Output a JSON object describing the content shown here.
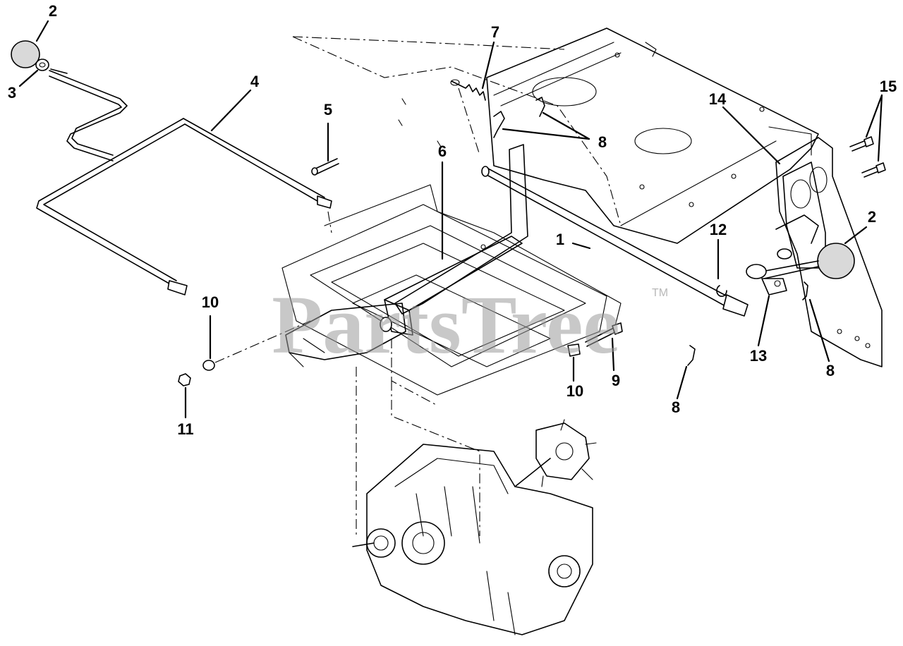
{
  "diagram": {
    "watermark": "PartsTree",
    "trademark": "TM",
    "callouts": [
      {
        "id": "label-2-top-left",
        "text": "2"
      },
      {
        "id": "label-3",
        "text": "3"
      },
      {
        "id": "label-4",
        "text": "4"
      },
      {
        "id": "label-5",
        "text": "5"
      },
      {
        "id": "label-6",
        "text": "6"
      },
      {
        "id": "label-7",
        "text": "7"
      },
      {
        "id": "label-8-top",
        "text": "8"
      },
      {
        "id": "label-14",
        "text": "14"
      },
      {
        "id": "label-15",
        "text": "15"
      },
      {
        "id": "label-2-right",
        "text": "2"
      },
      {
        "id": "label-1",
        "text": "1"
      },
      {
        "id": "label-12",
        "text": "12"
      },
      {
        "id": "label-10-left",
        "text": "10"
      },
      {
        "id": "label-11",
        "text": "11"
      },
      {
        "id": "label-10-center",
        "text": "10"
      },
      {
        "id": "label-9",
        "text": "9"
      },
      {
        "id": "label-8-bottom",
        "text": "8"
      },
      {
        "id": "label-13",
        "text": "13"
      },
      {
        "id": "label-8-right",
        "text": "8"
      }
    ]
  }
}
